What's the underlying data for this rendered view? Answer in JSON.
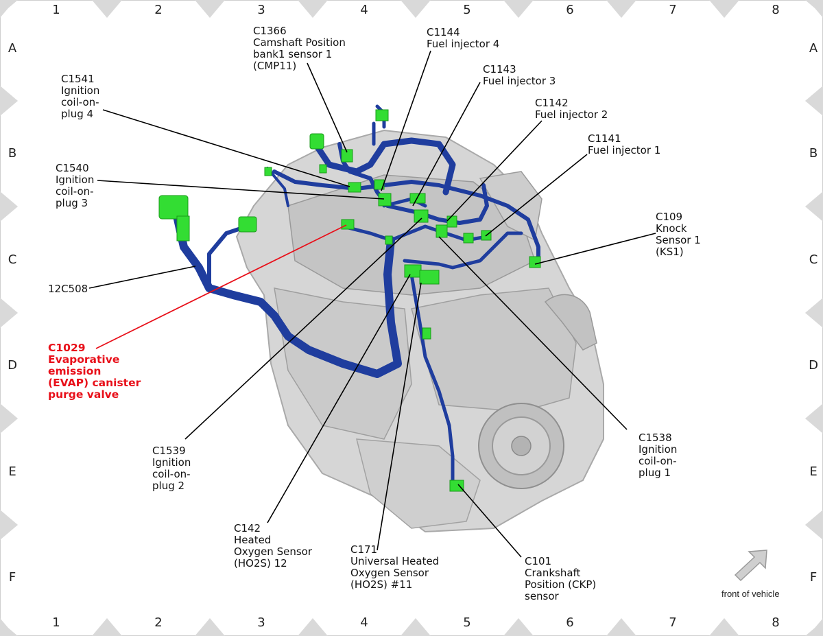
{
  "grid": {
    "columns": [
      "1",
      "2",
      "3",
      "4",
      "5",
      "6",
      "7",
      "8"
    ],
    "rows": [
      "A",
      "B",
      "C",
      "D",
      "E",
      "F"
    ]
  },
  "callouts": [
    {
      "id": "c1366",
      "lines": [
        "C1366",
        "Camshaft Position",
        "bank1 sensor 1",
        "(CMP11)"
      ]
    },
    {
      "id": "c1144",
      "lines": [
        "C1144",
        "Fuel injector 4"
      ]
    },
    {
      "id": "c1143",
      "lines": [
        "C1143",
        "Fuel injector 3"
      ]
    },
    {
      "id": "c1142",
      "lines": [
        "C1142",
        "Fuel injector 2"
      ]
    },
    {
      "id": "c1141",
      "lines": [
        "C1141",
        "Fuel injector 1"
      ]
    },
    {
      "id": "c1541",
      "lines": [
        "C1541",
        "Ignition",
        "coil-on-",
        "plug 4"
      ]
    },
    {
      "id": "c1540",
      "lines": [
        "C1540",
        "Ignition",
        "coil-on-",
        "plug 3"
      ]
    },
    {
      "id": "c109",
      "lines": [
        "C109",
        "Knock",
        "Sensor 1",
        "(KS1)"
      ]
    },
    {
      "id": "h12c508",
      "lines": [
        "12C508"
      ]
    },
    {
      "id": "c1029",
      "lines": [
        "C1029",
        "Evaporative",
        "emission",
        "(EVAP) canister",
        "purge valve"
      ]
    },
    {
      "id": "c1539",
      "lines": [
        "C1539",
        "Ignition",
        "coil-on-",
        "plug 2"
      ]
    },
    {
      "id": "c1538",
      "lines": [
        "C1538",
        "Ignition",
        "coil-on-",
        "plug 1"
      ]
    },
    {
      "id": "c142",
      "lines": [
        "C142",
        "Heated",
        "Oxygen Sensor",
        "(HO2S) 12"
      ]
    },
    {
      "id": "c171",
      "lines": [
        "C171",
        "Universal Heated",
        "Oxygen Sensor",
        "(HO2S) #11"
      ]
    },
    {
      "id": "c101",
      "lines": [
        "C101",
        "Crankshaft",
        "Position (CKP)",
        "sensor"
      ]
    }
  ],
  "front_note": "front of vehicle",
  "colors": {
    "harness": "#1f3d9e",
    "connector": "#33dd33",
    "engine": "#d6d6d6",
    "highlight_line": "#e8101a",
    "grid_marker": "#d9d9d9"
  }
}
